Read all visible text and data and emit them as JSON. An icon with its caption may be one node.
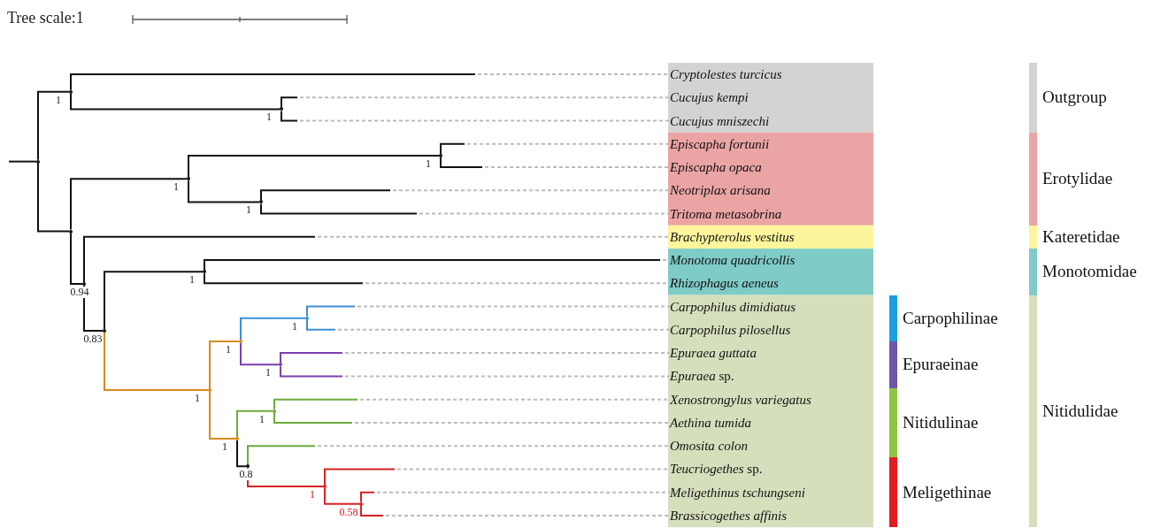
{
  "diagram": {
    "nodes": [
      {
        "text": [
          "Cryptolestes turcicus"
        ]
      },
      {
        "text": [
          "Cucujus kempi"
        ]
      },
      {
        "text": [
          "Cucujus mniszechi"
        ]
      },
      {
        "text": [
          "Episcapha fortunii"
        ]
      },
      {
        "text": [
          "Episcapha opaca"
        ]
      },
      {
        "text": [
          "Neotriplax arisana"
        ]
      },
      {
        "text": [
          "Tritoma metasobrina"
        ]
      },
      {
        "text": [
          "Brachypterolus vestitus"
        ]
      },
      {
        "text": [
          "Monotoma quadricollis"
        ]
      },
      {
        "text": [
          "Rhizophagus aeneus"
        ]
      },
      {
        "text": [
          "Carpophilus dimidiatus"
        ]
      },
      {
        "text": [
          "Carpophilus pilosellus"
        ]
      },
      {
        "text": [
          "Epuraea guttata"
        ]
      },
      {
        "text": [
          "*Epuraea* sp."
        ]
      },
      {
        "text": [
          "Xenostrongylus variegatus"
        ]
      },
      {
        "text": [
          "Aethina tumida"
        ]
      },
      {
        "text": [
          "Omosita colon"
        ]
      },
      {
        "text": [
          "*Teucriogethes* sp."
        ]
      },
      {
        "text": [
          "Meligethinus tschungseni"
        ]
      },
      {
        "text": [
          "Brassicogethes affinis"
        ]
      },
      {
        "text": [
          "Outgroup"
        ]
      },
      {
        "text": [
          "Erotylidae"
        ]
      },
      {
        "text": [
          "Kateretidae"
        ]
      },
      {
        "text": [
          "Monotomidae"
        ]
      },
      {
        "text": [
          "Nitidulidae"
        ]
      },
      {
        "text": [
          "Carpophilinae"
        ]
      },
      {
        "text": [
          "Epuraeinae"
        ]
      },
      {
        "text": [
          "Nitidulinae"
        ]
      },
      {
        "text": [
          "Meligethinae"
        ]
      },
      {
        "text": [],
        "shape": "point"
      },
      {
        "text": [],
        "shape": "point",
        "beside": [
          "1"
        ]
      },
      {
        "text": [],
        "shape": "point",
        "beside": [
          "1"
        ]
      },
      {
        "text": [],
        "shape": "point"
      },
      {
        "text": [],
        "shape": "point",
        "beside": [
          "1"
        ]
      },
      {
        "text": [],
        "shape": "point",
        "beside": [
          "1"
        ]
      },
      {
        "text": [],
        "shape": "point",
        "beside": [
          "1"
        ]
      },
      {
        "text": [],
        "shape": "point",
        "beside": [
          "0.94"
        ]
      },
      {
        "text": [],
        "shape": "point",
        "beside": [
          "0.83"
        ]
      },
      {
        "text": [],
        "shape": "point",
        "beside": [
          "1"
        ]
      },
      {
        "text": [],
        "shape": "point",
        "beside": [
          "1"
        ]
      },
      {
        "text": [],
        "shape": "point",
        "beside": [
          "1"
        ]
      },
      {
        "text": [],
        "shape": "point",
        "beside": [
          "1"
        ]
      },
      {
        "text": [],
        "shape": "point",
        "beside": [
          "1"
        ]
      },
      {
        "text": [],
        "shape": "point",
        "beside": [
          "1"
        ]
      },
      {
        "text": [],
        "shape": "point",
        "beside": [
          "1"
        ]
      },
      {
        "text": [],
        "shape": "point",
        "beside": [
          "0.8"
        ]
      },
      {
        "text": [],
        "shape": "point",
        "beside": [
          "1"
        ]
      },
      {
        "text": [],
        "shape": "point",
        "beside": [
          "0.58"
        ]
      }
    ],
    "edges": [
      {
        "from": null,
        "to": 29,
        "arrow": "none"
      },
      {
        "from": 29,
        "to": 30,
        "arrow": "none"
      },
      {
        "from": 29,
        "to": 32,
        "arrow": "none"
      },
      {
        "from": 30,
        "to": 0,
        "arrow": "none"
      },
      {
        "from": 30,
        "to": 31,
        "arrow": "none"
      },
      {
        "from": 31,
        "to": 1,
        "arrow": "none"
      },
      {
        "from": 31,
        "to": 2,
        "arrow": "none"
      },
      {
        "from": 32,
        "to": 33,
        "arrow": "none"
      },
      {
        "from": 32,
        "to": 36,
        "arrow": "none"
      },
      {
        "from": 33,
        "to": 34,
        "arrow": "none"
      },
      {
        "from": 33,
        "to": 35,
        "arrow": "none"
      },
      {
        "from": 34,
        "to": 3,
        "arrow": "none"
      },
      {
        "from": 34,
        "to": 4,
        "arrow": "none"
      },
      {
        "from": 35,
        "to": 5,
        "arrow": "none"
      },
      {
        "from": 35,
        "to": 6,
        "arrow": "none"
      },
      {
        "from": 36,
        "to": 7,
        "arrow": "none"
      },
      {
        "from": 36,
        "to": 37,
        "arrow": "none"
      },
      {
        "from": 37,
        "to": 38,
        "arrow": "none"
      },
      {
        "from": 37,
        "to": 39,
        "arrow": "none",
        "color": "#d98a1a"
      },
      {
        "from": 38,
        "to": 8,
        "arrow": "none"
      },
      {
        "from": 38,
        "to": 9,
        "arrow": "none"
      },
      {
        "from": 39,
        "to": 40,
        "arrow": "none",
        "color": "#d98a1a"
      },
      {
        "from": 39,
        "to": 43,
        "arrow": "none",
        "color": "#d98a1a"
      },
      {
        "from": 40,
        "to": 41,
        "arrow": "none",
        "color": "#3a8fd6"
      },
      {
        "from": 40,
        "to": 42,
        "arrow": "none",
        "color": "#7b3fb0"
      },
      {
        "from": 41,
        "to": 10,
        "arrow": "none",
        "color": "#3a8fd6"
      },
      {
        "from": 41,
        "to": 11,
        "arrow": "none",
        "color": "#3a8fd6"
      },
      {
        "from": 42,
        "to": 12,
        "arrow": "none",
        "color": "#7b3fb0"
      },
      {
        "from": 42,
        "to": 13,
        "arrow": "none",
        "color": "#7b3fb0"
      },
      {
        "from": 43,
        "to": 44,
        "arrow": "none",
        "color": "#6aab3a"
      },
      {
        "from": 43,
        "to": 45,
        "arrow": "none"
      },
      {
        "from": 44,
        "to": 14,
        "arrow": "none",
        "color": "#6aab3a"
      },
      {
        "from": 44,
        "to": 15,
        "arrow": "none",
        "color": "#6aab3a"
      },
      {
        "from": 45,
        "to": 16,
        "arrow": "none",
        "color": "#6aab3a"
      },
      {
        "from": 45,
        "to": 46,
        "arrow": "none",
        "color": "#d92020"
      },
      {
        "from": 46,
        "to": 17,
        "arrow": "none",
        "color": "#d92020"
      },
      {
        "from": 46,
        "to": 47,
        "arrow": "none",
        "color": "#d92020"
      },
      {
        "from": 47,
        "to": 18,
        "arrow": "none",
        "color": "#d92020"
      },
      {
        "from": 47,
        "to": 19,
        "arrow": "none",
        "color": "#d92020"
      }
    ],
    "labels": [
      "Tree scale:1"
    ]
  }
}
